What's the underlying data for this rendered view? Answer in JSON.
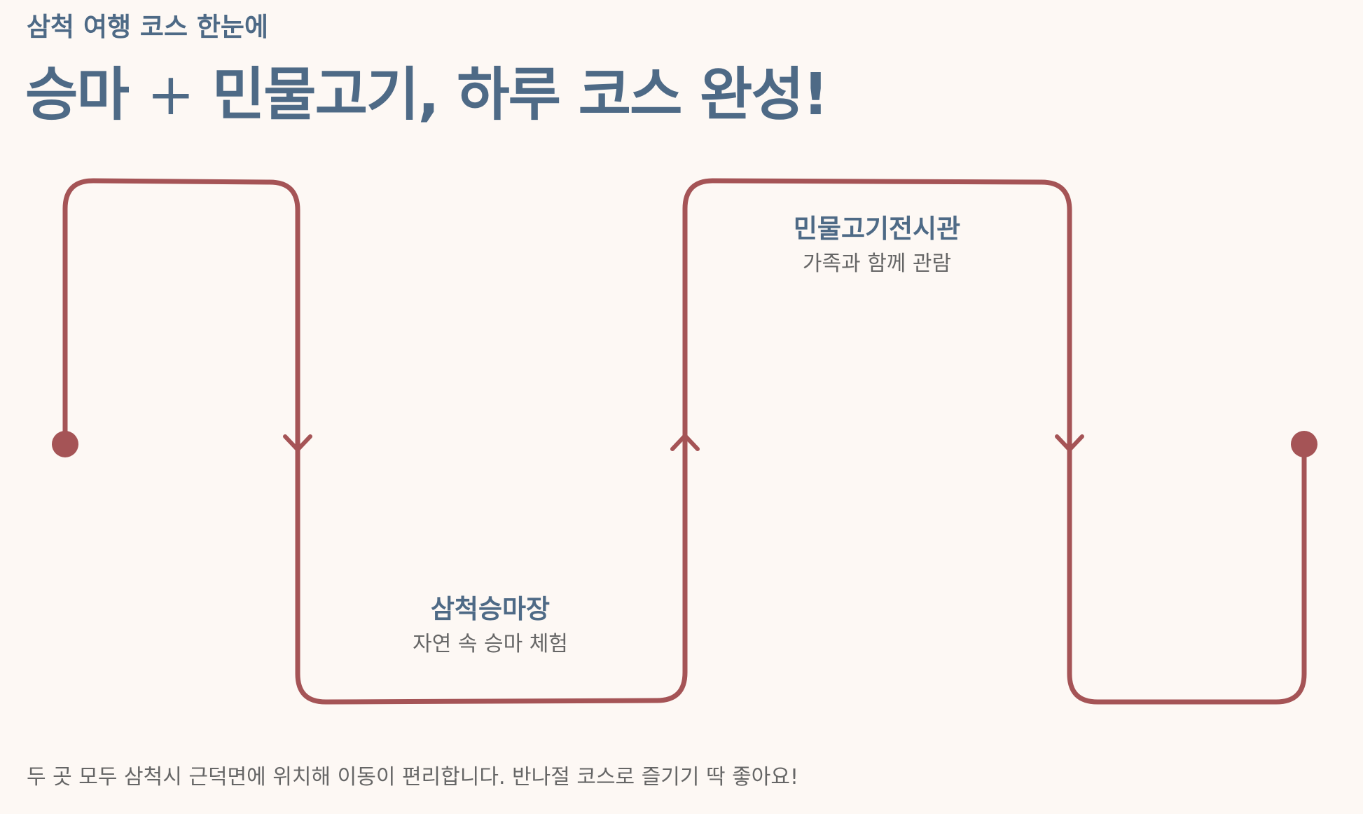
{
  "header": {
    "subtitle": "삼척 여행 코스 한눈에",
    "title_part1": "승마",
    "title_plus": "+",
    "title_part2": "민물고기, 하루 코스 완성!"
  },
  "stops": [
    {
      "name": "삼척승마장",
      "description": "자연 속 승마 체험"
    },
    {
      "name": "민물고기전시관",
      "description": "가족과 함께 관람"
    }
  ],
  "footer": {
    "note": "두 곳 모두 삼척시 근덕면에 위치해 이동이 편리합니다. 반나절 코스로 즐기기 딱 좋아요!"
  },
  "colors": {
    "background": "#fdf8f4",
    "heading": "#4e6a86",
    "route": "#a55456",
    "body_text": "#666666"
  }
}
